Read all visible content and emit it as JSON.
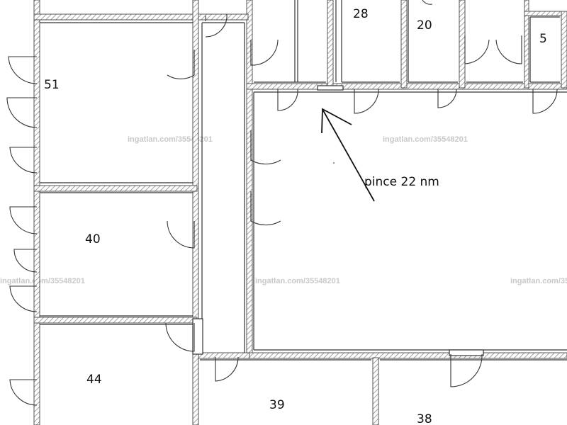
{
  "plan": {
    "rooms": {
      "r28": "28",
      "r20": "20",
      "r5": "5",
      "r51": "51",
      "r40": "40",
      "r44": "44",
      "r39": "39",
      "r38": "38"
    },
    "annotation": "pince 22 nm",
    "watermark": "ingatlan.com/35548201"
  },
  "colors": {
    "wall_stroke": "#555555",
    "wall_fill": "#ffffff",
    "hatch": "#8a8a8a",
    "door": "#333333",
    "text": "#111111",
    "watermark": "#c8c8c8"
  }
}
